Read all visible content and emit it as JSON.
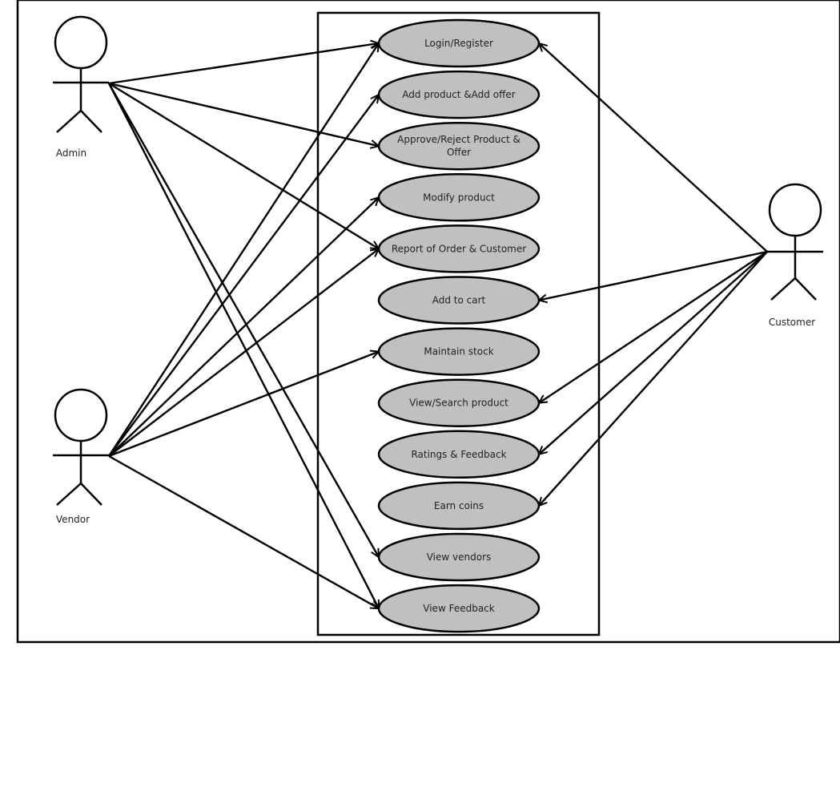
{
  "actors": [
    {
      "id": "admin",
      "label": "Admin"
    },
    {
      "id": "vendor",
      "label": "Vendor"
    },
    {
      "id": "customer",
      "label": "Customer"
    }
  ],
  "use_cases": [
    {
      "id": "login",
      "lines": [
        "Login/Register"
      ]
    },
    {
      "id": "add_product",
      "lines": [
        "Add product &Add offer"
      ]
    },
    {
      "id": "approve",
      "lines": [
        "Approve/Reject Product &",
        "Offer"
      ]
    },
    {
      "id": "modify",
      "lines": [
        "Modify product"
      ]
    },
    {
      "id": "report",
      "lines": [
        "Report of Order & Customer"
      ]
    },
    {
      "id": "add_cart",
      "lines": [
        "Add to cart"
      ]
    },
    {
      "id": "stock",
      "lines": [
        "Maintain stock"
      ]
    },
    {
      "id": "view_search",
      "lines": [
        "View/Search product"
      ]
    },
    {
      "id": "ratings",
      "lines": [
        "Ratings & Feedback"
      ]
    },
    {
      "id": "coins",
      "lines": [
        "Earn coins"
      ]
    },
    {
      "id": "view_vendors",
      "lines": [
        "View vendors"
      ]
    },
    {
      "id": "view_feedback",
      "lines": [
        "View Feedback"
      ]
    }
  ],
  "associations": [
    {
      "actor": "admin",
      "use_case": "login"
    },
    {
      "actor": "admin",
      "use_case": "approve"
    },
    {
      "actor": "admin",
      "use_case": "report"
    },
    {
      "actor": "admin",
      "use_case": "view_vendors"
    },
    {
      "actor": "admin",
      "use_case": "view_feedback"
    },
    {
      "actor": "vendor",
      "use_case": "login"
    },
    {
      "actor": "vendor",
      "use_case": "add_product"
    },
    {
      "actor": "vendor",
      "use_case": "modify"
    },
    {
      "actor": "vendor",
      "use_case": "report"
    },
    {
      "actor": "vendor",
      "use_case": "stock"
    },
    {
      "actor": "vendor",
      "use_case": "view_feedback"
    },
    {
      "actor": "customer",
      "use_case": "login"
    },
    {
      "actor": "customer",
      "use_case": "add_cart"
    },
    {
      "actor": "customer",
      "use_case": "view_search"
    },
    {
      "actor": "customer",
      "use_case": "ratings"
    },
    {
      "actor": "customer",
      "use_case": "coins"
    }
  ],
  "colors": {
    "use_case_fill": "#c0c0c0",
    "stroke": "#000000",
    "background": "#ffffff"
  }
}
